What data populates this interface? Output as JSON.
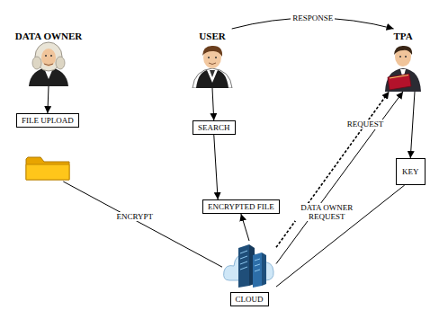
{
  "diagram": {
    "nodes": [
      {
        "text": [
          "DATA OWNER"
        ]
      },
      {
        "text": [
          "FILE UPLOAD"
        ]
      },
      {
        "text": [
          "USER"
        ]
      },
      {
        "text": [
          "SEARCH"
        ]
      },
      {
        "text": [
          "ENCRYPTED FILE"
        ]
      },
      {
        "text": [
          "TPA"
        ]
      },
      {
        "text": [
          "KEY"
        ]
      },
      {
        "text": [
          "CLOUD"
        ]
      }
    ],
    "edges": [
      {
        "from": 0,
        "to": 1,
        "arrow": "to"
      },
      {
        "from": 1,
        "to": 7,
        "label": "ENCRYPT",
        "arrow": "none"
      },
      {
        "from": 2,
        "to": 3,
        "arrow": "to"
      },
      {
        "from": 3,
        "to": 4,
        "arrow": "to"
      },
      {
        "from": 7,
        "to": 4,
        "arrow": "to"
      },
      {
        "from": 2,
        "to": 5,
        "label": "RESPONSE",
        "arrow": "to"
      },
      {
        "from": 7,
        "to": 5,
        "label": "REQUEST",
        "arrow": "to"
      },
      {
        "from": 7,
        "to": 5,
        "label": "DATA OWNER REQUEST",
        "arrow": "to"
      },
      {
        "from": 5,
        "to": 6,
        "arrow": "to"
      },
      {
        "from": 6,
        "to": 7,
        "arrow": "none"
      }
    ]
  }
}
